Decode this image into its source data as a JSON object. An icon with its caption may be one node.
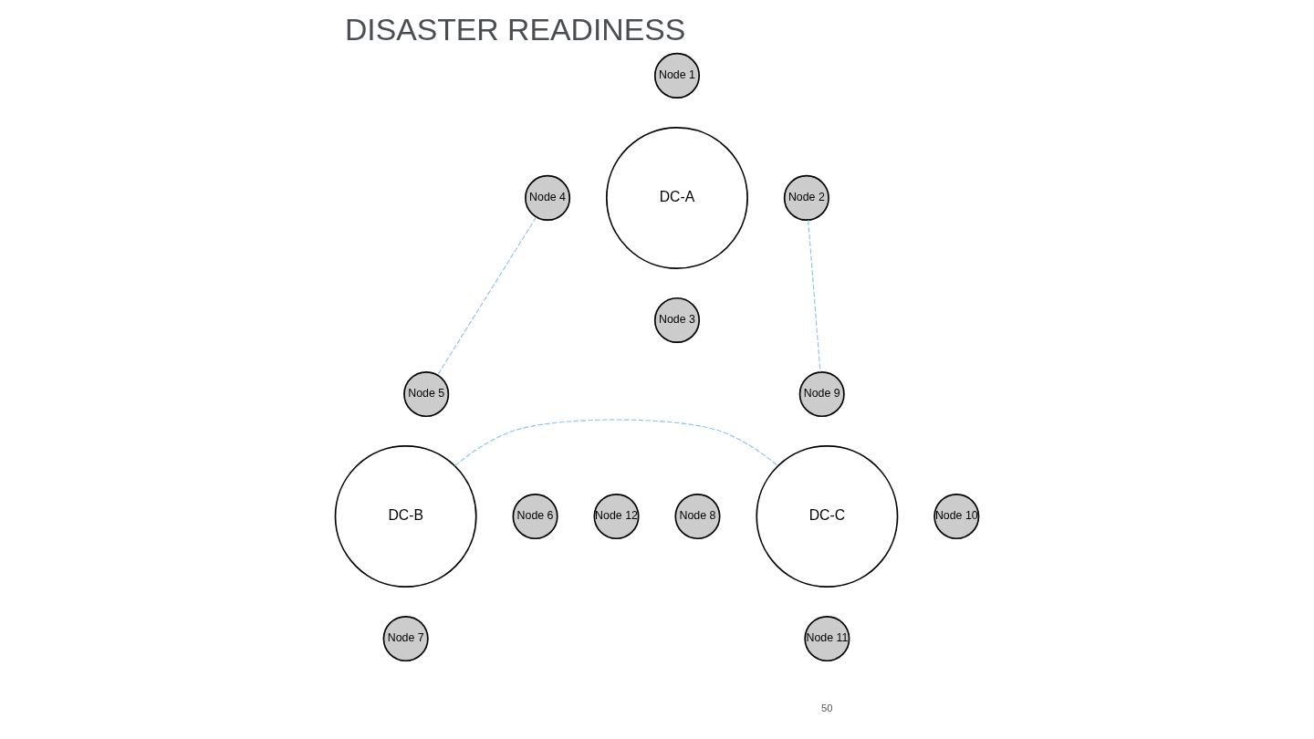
{
  "diagram": {
    "title": "DISASTER READINESS",
    "nodes": [
      {
        "text": [
          "DC-A"
        ]
      },
      {
        "text": [
          "Node 1"
        ]
      },
      {
        "text": [
          "Node 2"
        ]
      },
      {
        "text": [
          "Node 3"
        ]
      },
      {
        "text": [
          "Node 4"
        ]
      },
      {
        "text": [
          "DC-B"
        ]
      },
      {
        "text": [
          "Node 5"
        ]
      },
      {
        "text": [
          "Node 6"
        ]
      },
      {
        "text": [
          "Node 7"
        ]
      },
      {
        "text": [
          "Node 8"
        ]
      },
      {
        "text": [
          "DC-C"
        ]
      },
      {
        "text": [
          "Node 9"
        ]
      },
      {
        "text": [
          "Node 10"
        ]
      },
      {
        "text": [
          "Node 11"
        ]
      },
      {
        "text": [
          "Node 12"
        ]
      }
    ],
    "edges": [
      {
        "from": 4,
        "to": 6,
        "arrow": "none",
        "style": "dashed",
        "color": "#8fc1ea"
      },
      {
        "from": 2,
        "to": 11,
        "arrow": "none",
        "style": "dashed",
        "color": "#8fc1ea"
      },
      {
        "from": 5,
        "to": 10,
        "arrow": "none",
        "style": "dashed",
        "color": "#8fc1ea"
      }
    ],
    "labels": [
      "50"
    ]
  }
}
